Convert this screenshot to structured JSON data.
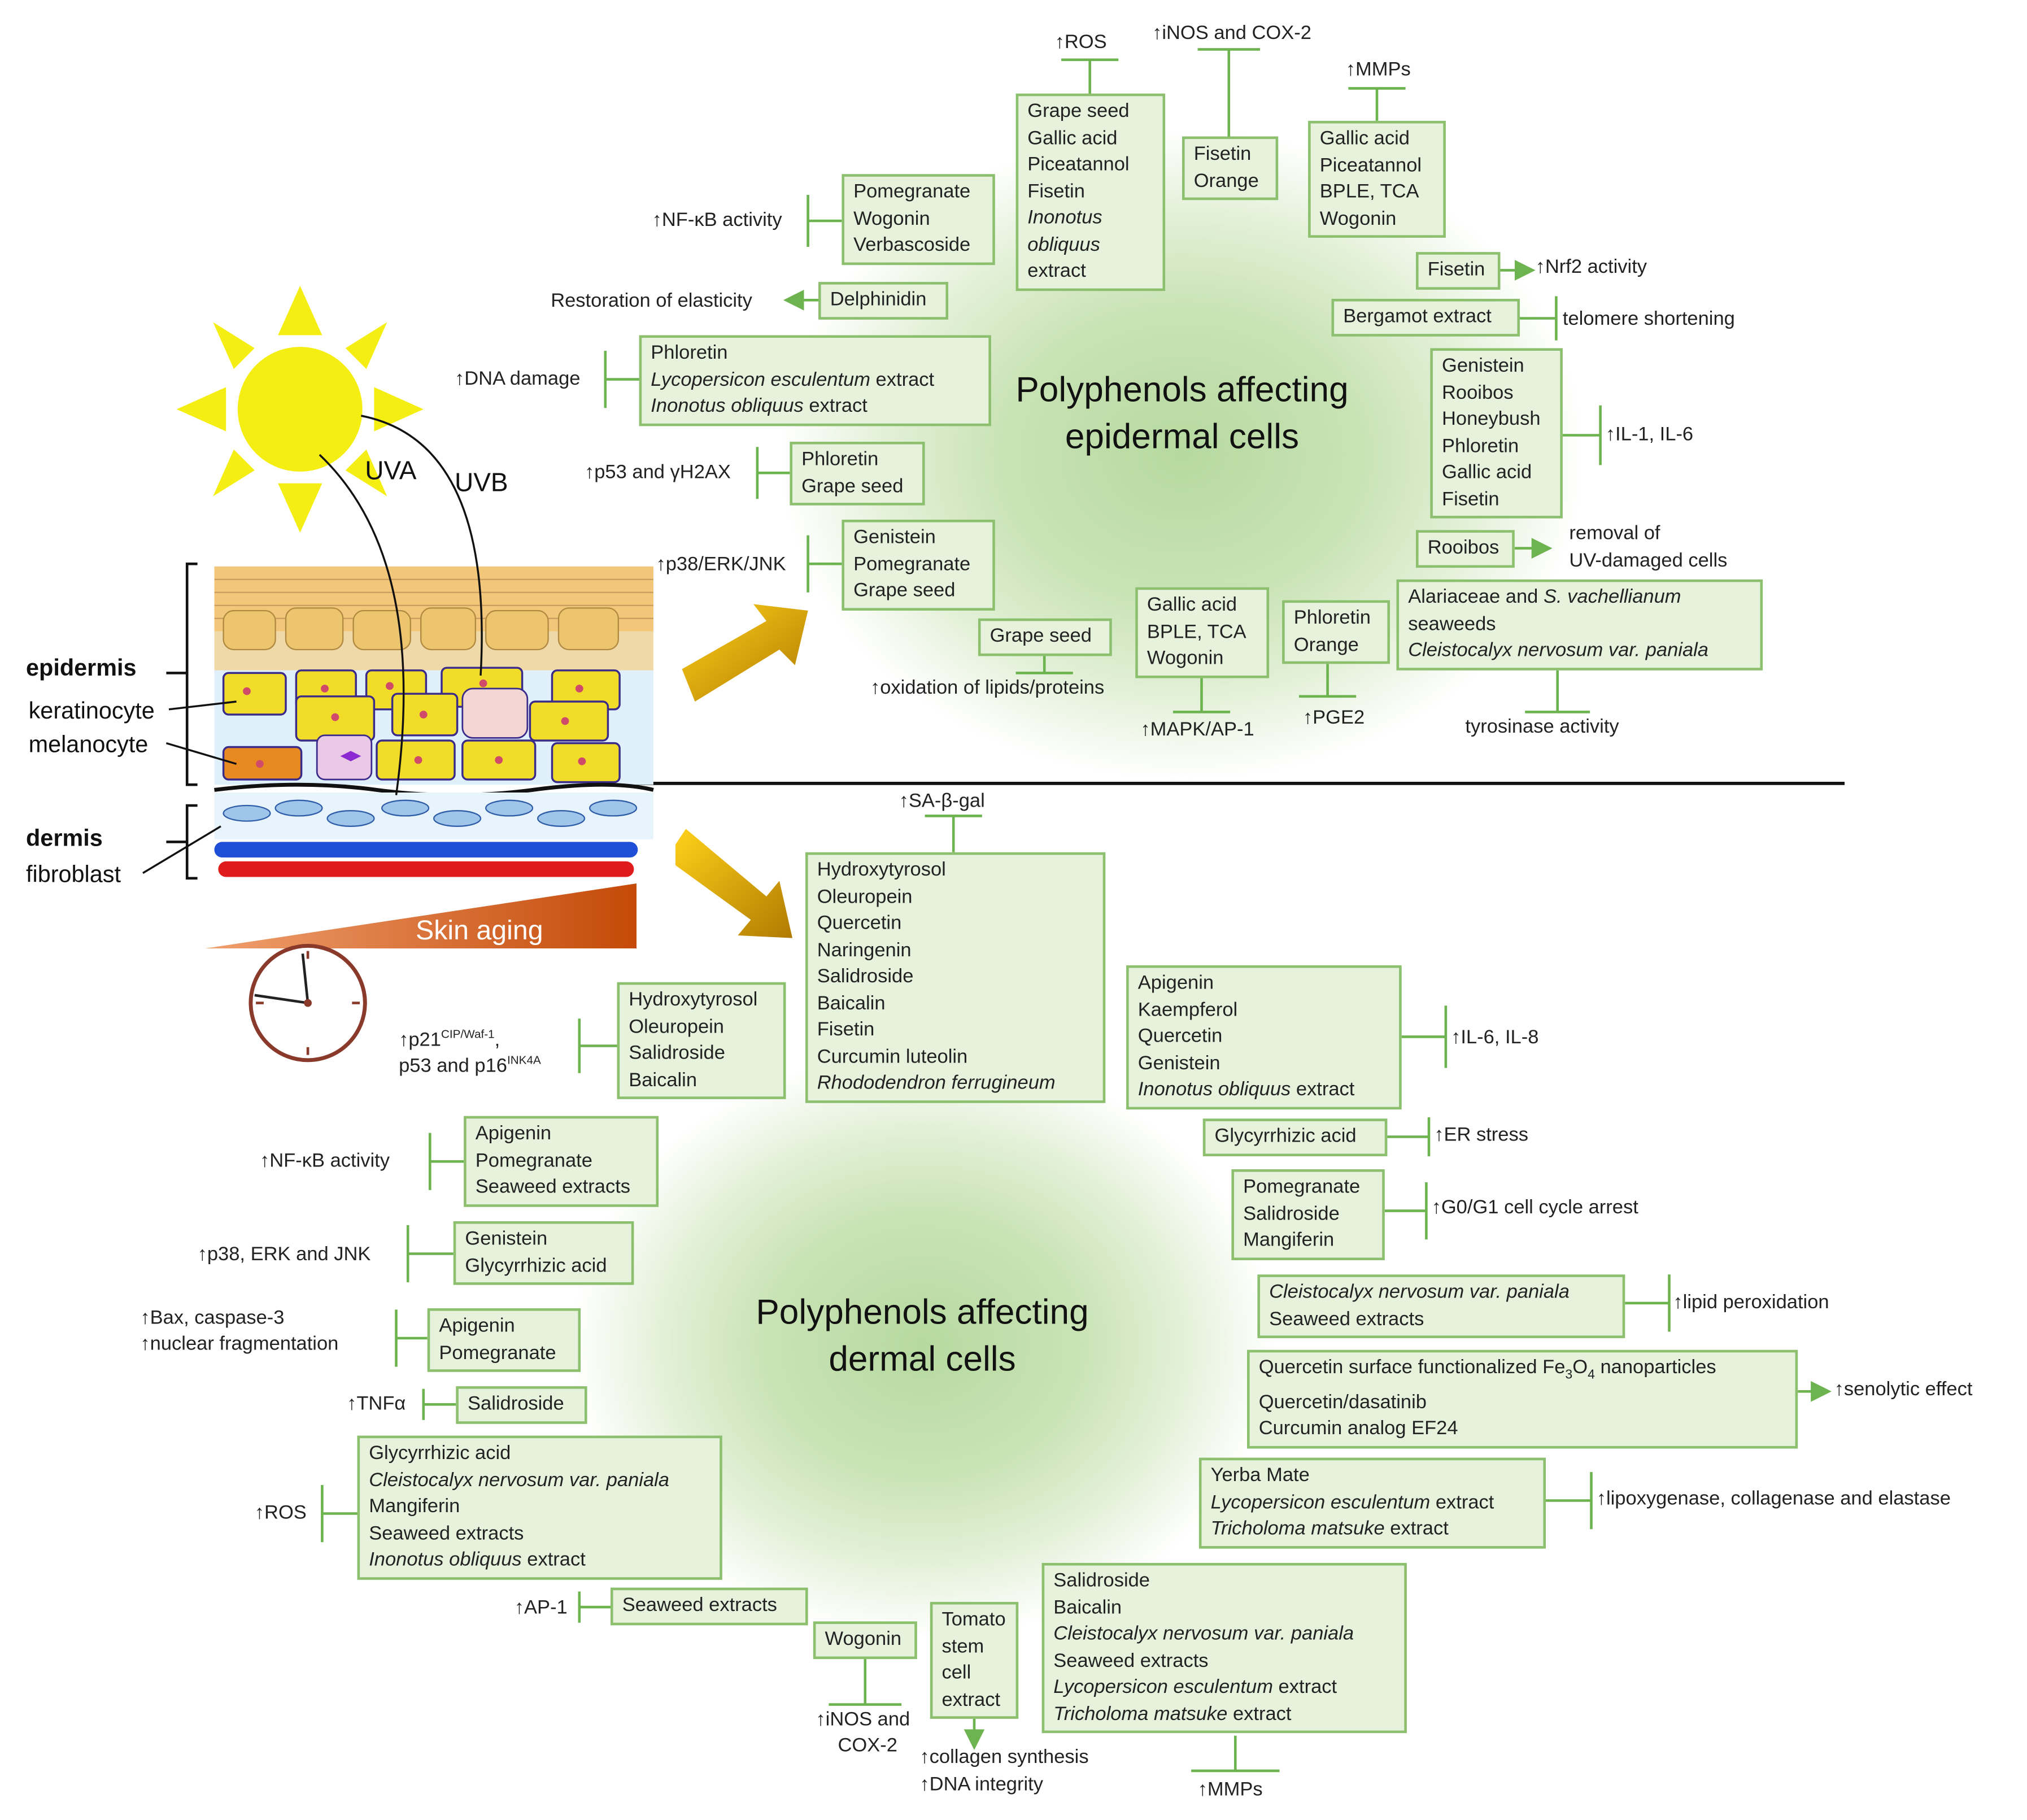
{
  "epidermal": {
    "title_l1": "Polyphenols affecting",
    "title_l2": "epidermal cells",
    "ros_box": [
      "Grape seed",
      "Gallic acid",
      "Piceatannol",
      "Fisetin",
      "Inonotus",
      "obliquus",
      "extract"
    ],
    "ros_label": "↑ROS",
    "inos_box": [
      "Fisetin",
      "Orange"
    ],
    "inos_label": "↑iNOS and COX-2",
    "mmp_box": [
      "Gallic acid",
      "Piceatannol",
      "BPLE, TCA",
      "Wogonin"
    ],
    "mmp_label": "↑MMPs",
    "nfkb_box": [
      "Pomegranate",
      "Wogonin",
      "Verbascoside"
    ],
    "nfkb_label": "↑NF-κB activity",
    "elastic_box": "Delphinidin",
    "elastic_label": "Restoration of elasticity",
    "dna_box": [
      [
        "Phloretin",
        ""
      ],
      [
        "Lycopersicon esculentum",
        "extract"
      ],
      [
        "Inonotus obliquus",
        "extract"
      ]
    ],
    "dna_label": "↑DNA damage",
    "p53_box": [
      "Phloretin",
      "Grape seed"
    ],
    "p53_label": "↑p53 and γH2AX",
    "p38_box": [
      "Genistein",
      "Pomegranate",
      "Grape seed"
    ],
    "p38_label": "↑p38/ERK/JNK",
    "lipid_box": "Grape seed",
    "lipid_label": "↑oxidation of lipids/proteins",
    "mapk_box": [
      "Gallic acid",
      "BPLE, TCA",
      "Wogonin"
    ],
    "mapk_label": "↑MAPK/AP-1",
    "pge2_box": [
      "Phloretin",
      "Orange"
    ],
    "pge2_label": "↑PGE2",
    "tyro_box": [
      "Alariaceae and",
      "S. vachellianum",
      "seaweeds",
      "Cleistocalyx nervosum var. paniala"
    ],
    "tyro_label": "tyrosinase activity",
    "nrf2_box": "Fisetin",
    "nrf2_label": "↑Nrf2 activity",
    "telo_box": "Bergamot extract",
    "telo_label": "telomere shortening",
    "il_box": [
      "Genistein",
      "Rooibos",
      "Honeybush",
      "Phloretin",
      "Gallic acid",
      "Fisetin"
    ],
    "il_label": "↑IL-1, IL-6",
    "rooibos_box": "Rooibos",
    "rooibos_label1": "removal of",
    "rooibos_label2": "UV-damaged cells"
  },
  "dermal": {
    "title_l1": "Polyphenols affecting",
    "title_l2": "dermal cells",
    "sa_box": [
      "Hydroxytyrosol",
      "Oleuropein",
      "Quercetin",
      "Naringenin",
      "Salidroside",
      "Baicalin",
      "Fisetin",
      "Curcumin luteolin",
      "Rhododendron ferrugineum"
    ],
    "sa_label": "↑SA-β-gal",
    "p21_box": [
      "Hydroxytyrosol",
      "Oleuropein",
      "Salidroside",
      "Baicalin"
    ],
    "p21_label1": "↑p21",
    "p21_sup1": "CIP/Waf-1",
    "p21_comma": ",",
    "p21_label2": "p53 and p16",
    "p21_sup2": "INK4A",
    "nfkb_box": [
      "Apigenin",
      "Pomegranate",
      "Seaweed extracts"
    ],
    "nfkb_label": "↑NF-κB activity",
    "p38_box": [
      "Genistein",
      "Glycyrrhizic acid"
    ],
    "p38_label": "↑p38, ERK and JNK",
    "bax_box": [
      "Apigenin",
      "Pomegranate"
    ],
    "bax_label1": "↑Bax, caspase-3",
    "bax_label2": "↑nuclear fragmentation",
    "tnf_box": "Salidroside",
    "tnf_label": "↑TNFα",
    "ros_box": [
      "Glycyrrhizic acid",
      "Cleistocalyx nervosum var. paniala",
      "Mangiferin",
      "Seaweed extracts",
      "Inonotus obliquus",
      "extract"
    ],
    "ros_label": "↑ROS",
    "ap1_box": "Seaweed extracts",
    "ap1_label": "↑AP-1",
    "inos_box": "Wogonin",
    "inos_label1": "↑iNOS and",
    "inos_label2": "COX-2",
    "tomato_box": [
      "Tomato",
      "stem",
      "cell",
      "extract"
    ],
    "coll_label1": "↑collagen synthesis",
    "coll_label2": "↑DNA integrity",
    "mmp_box": [
      "Salidroside",
      "Baicalin",
      "Cleistocalyx nervosum var. paniala",
      "Seaweed extracts",
      "Lycopersicon esculentum",
      "extract",
      "Tricholoma matsuke",
      "extract"
    ],
    "mmp_label": "↑MMPs",
    "il_box": [
      "Apigenin",
      "Kaempferol",
      "Quercetin",
      "Genistein",
      "Inonotus obliquus",
      "extract"
    ],
    "il_label": "↑IL-6, IL-8",
    "er_box": "Glycyrrhizic acid",
    "er_label": "↑ER stress",
    "g0_box": [
      "Pomegranate",
      "Salidroside",
      "Mangiferin"
    ],
    "g0_label": "↑G0/G1 cell cycle arrest",
    "lp_box": [
      "Cleistocalyx nervosum var. paniala",
      "Seaweed extracts"
    ],
    "lp_label": "↑lipid peroxidation",
    "sen_box1a": "Quercetin surface functionalized Fe",
    "sen_box1b": "3",
    "sen_box1c": "O",
    "sen_box1d": "4",
    "sen_box1e": " nanoparticles",
    "sen_box2": "Quercetin/dasatinib",
    "sen_box3": "Curcumin analog EF24",
    "sen_label": "↑senolytic effect",
    "lox_box": [
      "Yerba Mate",
      "Lycopersicon esculentum",
      "extract",
      "Tricholoma matsuke",
      "extract"
    ],
    "lox_label": "↑lipoxygenase, collagenase and elastase"
  },
  "skin": {
    "uva": "UVA",
    "uvb": "UVB",
    "epidermis": "epidermis",
    "keratinocyte": "keratinocyte",
    "melanocyte": "melanocyte",
    "dermis": "dermis",
    "fibroblast": "fibroblast",
    "aging": "Skin aging"
  },
  "colors": {
    "box_border": "#8cc06f",
    "box_fill": "#e6f2dc",
    "connector": "#6db34f",
    "sun": "#f5ee12",
    "arrow": "#e0a800",
    "aging": "#c8520e",
    "vessel_blue": "#1e4fd6",
    "vessel_red": "#e01b1b"
  }
}
